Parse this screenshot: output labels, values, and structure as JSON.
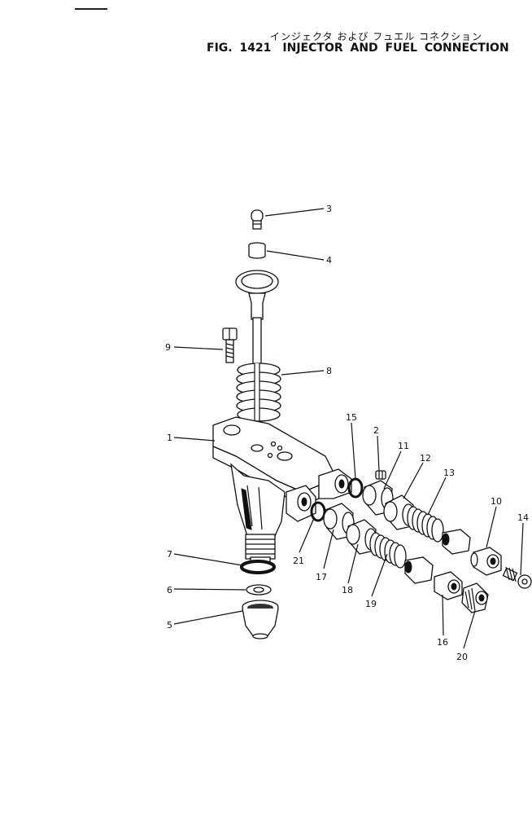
{
  "title": {
    "japanese": "インジェクタ および フュエル コネクション",
    "figure_number": "FIG. 1421",
    "english": "INJECTOR AND FUEL CONNECTION"
  },
  "callouts": [
    {
      "id": "c1",
      "label": "1"
    },
    {
      "id": "c2",
      "label": "2"
    },
    {
      "id": "c3",
      "label": "3"
    },
    {
      "id": "c4",
      "label": "4"
    },
    {
      "id": "c5",
      "label": "5"
    },
    {
      "id": "c6",
      "label": "6"
    },
    {
      "id": "c7",
      "label": "7"
    },
    {
      "id": "c8",
      "label": "8"
    },
    {
      "id": "c9",
      "label": "9"
    },
    {
      "id": "c10",
      "label": "10"
    },
    {
      "id": "c11",
      "label": "11"
    },
    {
      "id": "c12",
      "label": "12"
    },
    {
      "id": "c13",
      "label": "13"
    },
    {
      "id": "c14",
      "label": "14"
    },
    {
      "id": "c15",
      "label": "15"
    },
    {
      "id": "c16",
      "label": "16"
    },
    {
      "id": "c17",
      "label": "17"
    },
    {
      "id": "c18",
      "label": "18"
    },
    {
      "id": "c19",
      "label": "19"
    },
    {
      "id": "c20",
      "label": "20"
    },
    {
      "id": "c21",
      "label": "21"
    }
  ]
}
